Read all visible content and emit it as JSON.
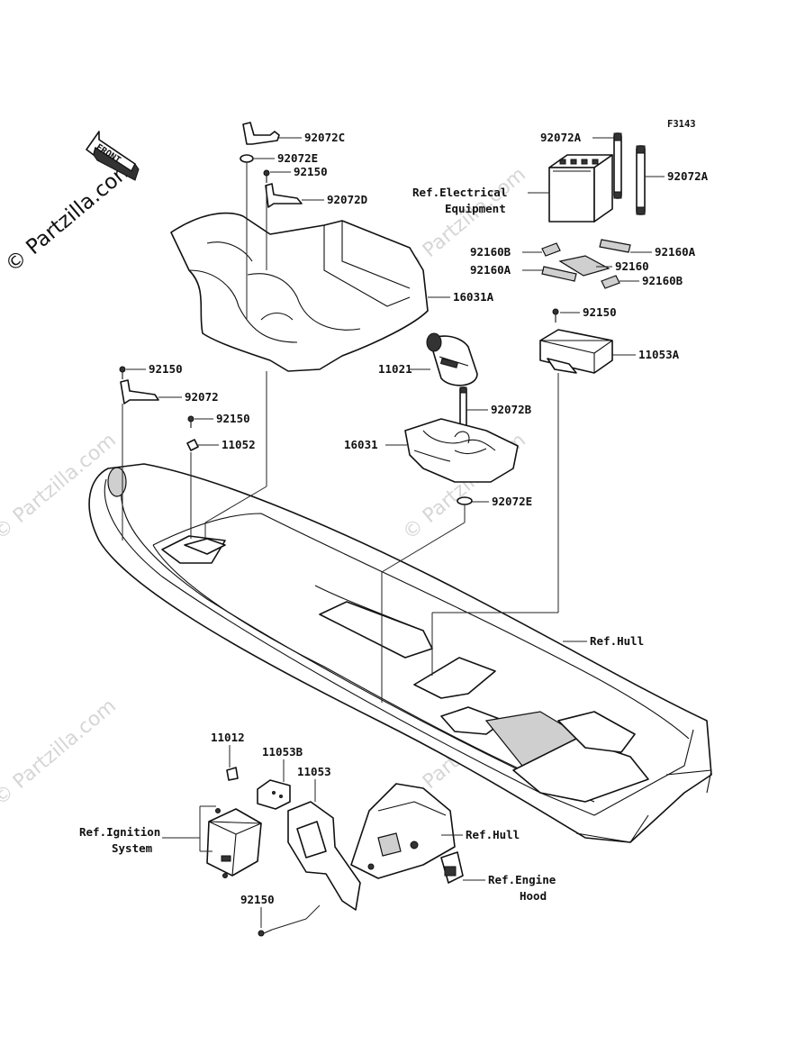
{
  "figure_code": "F3143",
  "watermark_main": "© Partzilla.com",
  "watermark_faint": "© Partzilla.com",
  "front_arrow_text": "FRONT",
  "labels": {
    "p92072C": "92072C",
    "p92072E_top": "92072E",
    "p92150_top": "92150",
    "p92072D": "92072D",
    "p16031A": "16031A",
    "p92150_left": "92150",
    "p92072": "92072",
    "p92150_left2": "92150",
    "p11052": "11052",
    "p92072A_left": "92072A",
    "p92072A_right": "92072A",
    "ref_electrical_1": "Ref.Electrical",
    "ref_electrical_2": "Equipment",
    "p92160B_top": "92160B",
    "p92160A_right": "92160A",
    "p92160A_left": "92160A",
    "p92160": "92160",
    "p92160B_bottom": "92160B",
    "p92150_mid": "92150",
    "p11053A": "11053A",
    "p11021": "11021",
    "p92072B": "92072B",
    "p16031": "16031",
    "p92072E_mid": "92072E",
    "ref_hull_1": "Ref.Hull",
    "p11012": "11012",
    "p11053B": "11053B",
    "p11053": "11053",
    "ref_ignition_1": "Ref.Ignition",
    "ref_ignition_2": "System",
    "ref_hull_2": "Ref.Hull",
    "ref_engine_1": "Ref.Engine",
    "ref_engine_2": "Hood",
    "p92150_bottom": "92150"
  }
}
